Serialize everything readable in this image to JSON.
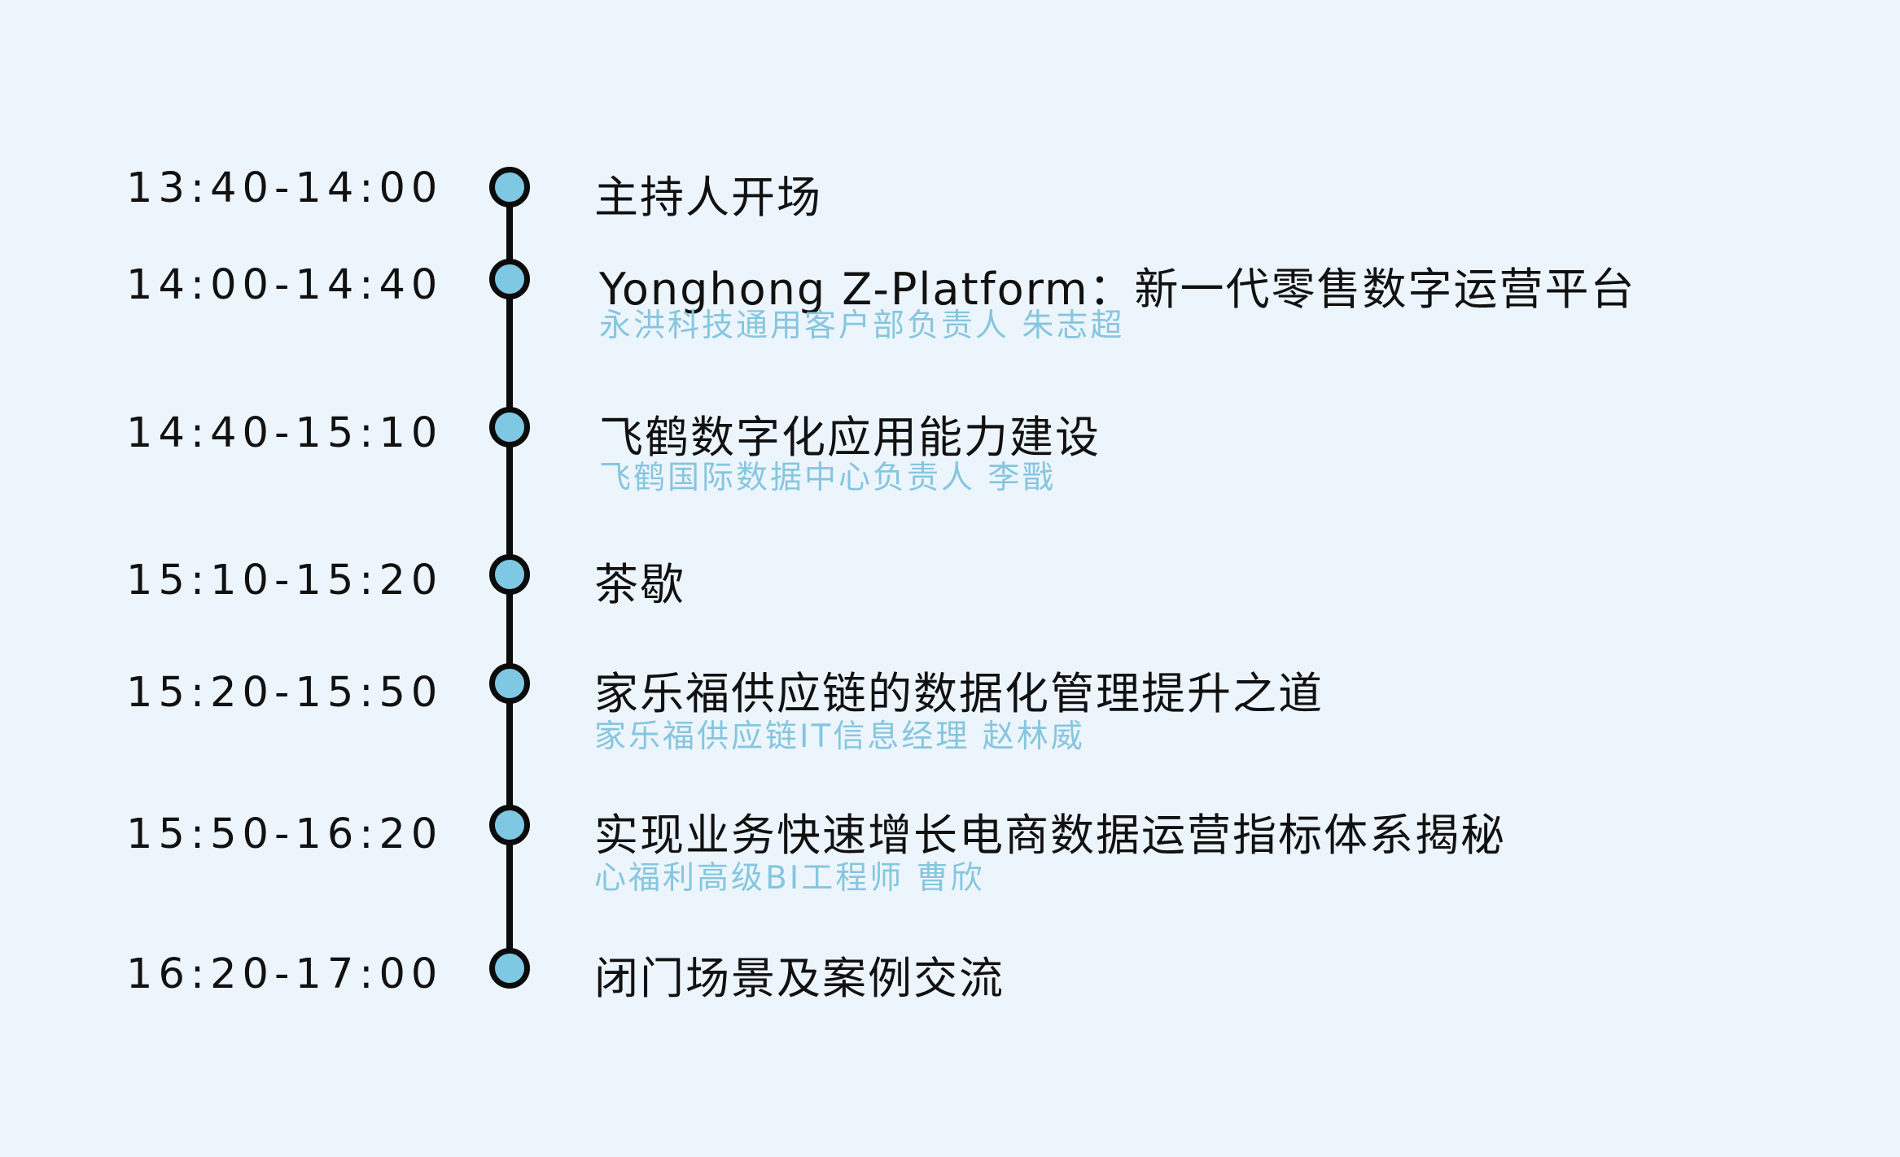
{
  "agenda": {
    "items": [
      {
        "time": "13:40-14:00",
        "title": "主持人开场",
        "speaker": ""
      },
      {
        "time": "14:00-14:40",
        "title": "Yonghong Z-Platform：新一代零售数字运营平台",
        "speaker": "永洪科技通用客户部负责人  朱志超"
      },
      {
        "time": "14:40-15:10",
        "title": "飞鹤数字化应用能力建设",
        "speaker": "飞鹤国际数据中心负责人  李戬"
      },
      {
        "time": "15:10-15:20",
        "title": "茶歇",
        "speaker": ""
      },
      {
        "time": "15:20-15:50",
        "title": "家乐福供应链的数据化管理提升之道",
        "speaker": "家乐福供应链IT信息经理  赵林威"
      },
      {
        "time": "15:50-16:20",
        "title": "实现业务快速增长电商数据运营指标体系揭秘",
        "speaker": "心福利高级BI工程师  曹欣"
      },
      {
        "time": "16:20-17:00",
        "title": "闭门场景及案例交流",
        "speaker": ""
      }
    ]
  },
  "colors": {
    "background": "#edf5fc",
    "timeline": "#0b0b0b",
    "dot_fill": "#7ec8e3",
    "speaker_text": "#86c6df",
    "title_text": "#111111"
  }
}
